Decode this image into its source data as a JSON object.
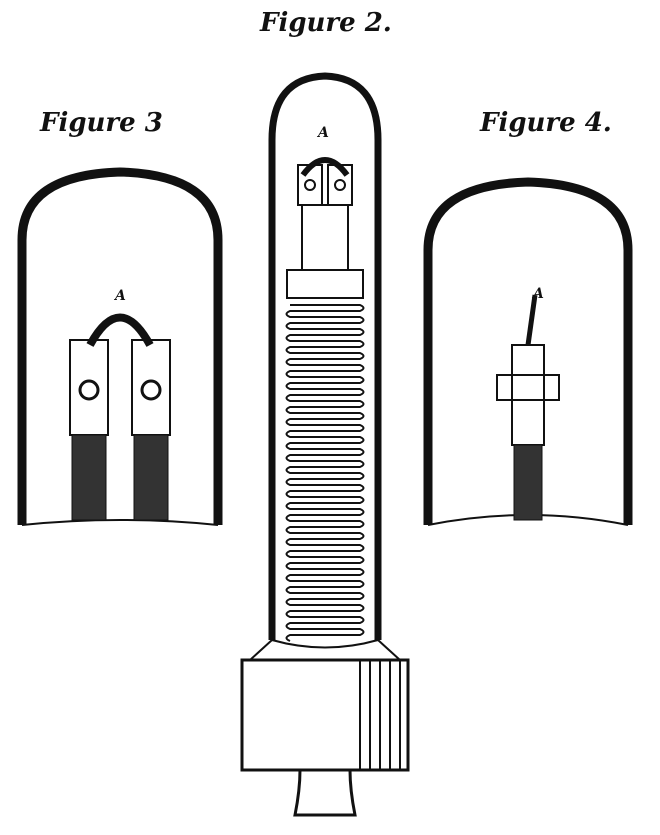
{
  "figures": {
    "fig2": {
      "title": "Figure 2.",
      "part_label": "A"
    },
    "fig3": {
      "title": "Figure 3",
      "part_label": "A"
    },
    "fig4": {
      "title": "Figure 4.",
      "part_label": "A"
    }
  }
}
